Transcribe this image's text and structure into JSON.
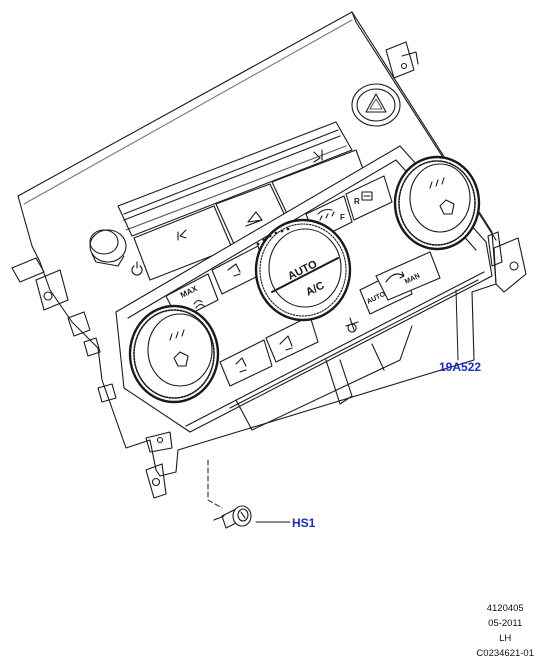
{
  "callouts": {
    "panel": "19A522",
    "screw": "HS1"
  },
  "buttons": {
    "max": "MAX",
    "auto": "AUTO",
    "ac": "A/C",
    "auto_small": "AUTO",
    "man": "MAN",
    "rear_defrost_prefix": "R",
    "front_defrost_suffix": "F"
  },
  "meta": {
    "number": "4120405",
    "date": "05-2011",
    "side": "LH",
    "code": "C0234621-01"
  },
  "colors": {
    "line": "#1a1a1a",
    "callout": "#1a2ad0",
    "background": "#ffffff"
  },
  "icons": [
    "hazard-icon",
    "skip-back-icon",
    "eject-icon",
    "skip-forward-icon",
    "power-icon",
    "seat-heat-icon",
    "fan-icon",
    "defrost-icon",
    "airflow-icon",
    "recirculation-icon"
  ]
}
